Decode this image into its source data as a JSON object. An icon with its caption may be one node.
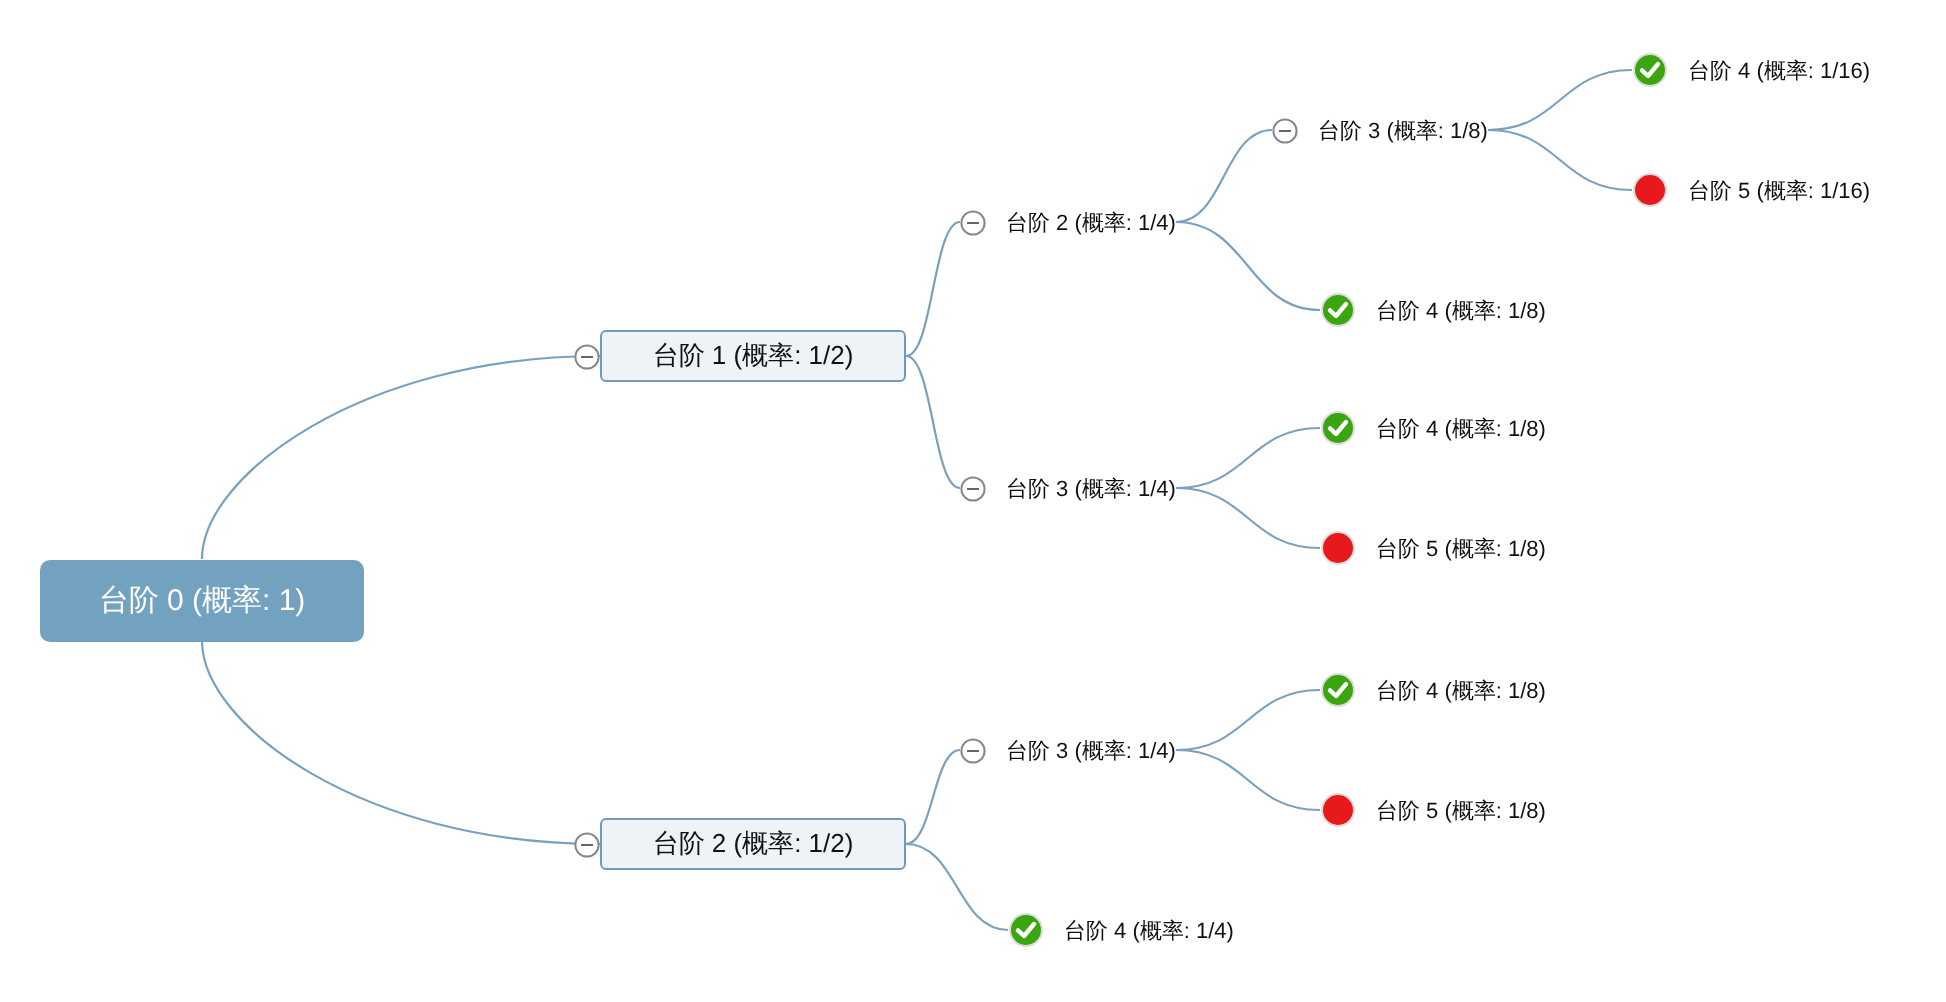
{
  "diagram": {
    "nodes": [
      {
        "text": [
          "台阶 0 (概率: 1)"
        ]
      },
      {
        "text": [
          "台阶 1 (概率: 1/2)"
        ]
      },
      {
        "text": [
          "台阶 2 (概率: 1/4)"
        ]
      },
      {
        "text": [
          "台阶 3 (概率: 1/8)"
        ]
      },
      {
        "text": [
          "台阶 4 (概率: 1/16)"
        ]
      },
      {
        "text": [
          "台阶 5 (概率: 1/16)"
        ]
      },
      {
        "text": [
          "台阶 4 (概率: 1/8)"
        ]
      },
      {
        "text": [
          "台阶 3 (概率: 1/4)"
        ]
      },
      {
        "text": [
          "台阶 4 (概率: 1/8)"
        ]
      },
      {
        "text": [
          "台阶 5 (概率: 1/8)"
        ]
      },
      {
        "text": [
          "台阶 2 (概率: 1/2)"
        ]
      },
      {
        "text": [
          "台阶 3 (概率: 1/4)"
        ]
      },
      {
        "text": [
          "台阶 4 (概率: 1/8)"
        ]
      },
      {
        "text": [
          "台阶 5 (概率: 1/8)"
        ]
      },
      {
        "text": [
          "台阶 4 (概率: 1/4)"
        ]
      }
    ],
    "edges": [
      {
        "from": 0,
        "to": 1,
        "arrow": "none"
      },
      {
        "from": 1,
        "to": 2,
        "arrow": "none"
      },
      {
        "from": 2,
        "to": 3,
        "arrow": "none"
      },
      {
        "from": 3,
        "to": 4,
        "arrow": "none"
      },
      {
        "from": 3,
        "to": 5,
        "arrow": "none"
      },
      {
        "from": 2,
        "to": 6,
        "arrow": "none"
      },
      {
        "from": 1,
        "to": 7,
        "arrow": "none"
      },
      {
        "from": 7,
        "to": 8,
        "arrow": "none"
      },
      {
        "from": 7,
        "to": 9,
        "arrow": "none"
      },
      {
        "from": 0,
        "to": 10,
        "arrow": "none"
      },
      {
        "from": 10,
        "to": 11,
        "arrow": "none"
      },
      {
        "from": 11,
        "to": 12,
        "arrow": "none"
      },
      {
        "from": 11,
        "to": 13,
        "arrow": "none"
      },
      {
        "from": 10,
        "to": 14,
        "arrow": "none"
      }
    ]
  }
}
